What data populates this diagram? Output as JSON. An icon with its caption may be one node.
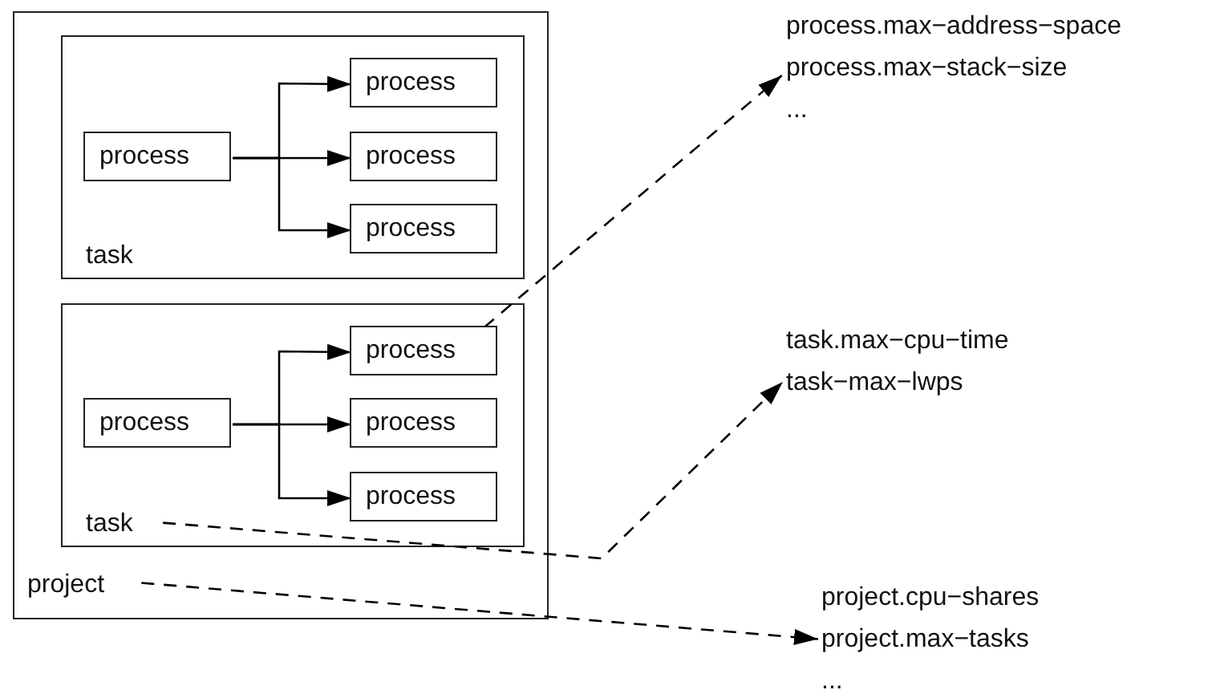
{
  "diagram": {
    "nodes": [
      {
        "text": [
          "project"
        ]
      },
      {
        "text": [
          "task"
        ],
        "in": 0
      },
      {
        "text": [
          "process"
        ],
        "in": 1
      },
      {
        "text": [
          "process"
        ],
        "in": 1
      },
      {
        "text": [
          "process"
        ],
        "in": 1
      },
      {
        "text": [
          "process"
        ],
        "in": 1
      },
      {
        "text": [
          "task"
        ],
        "in": 0
      },
      {
        "text": [
          "process"
        ],
        "in": 6
      },
      {
        "text": [
          "process"
        ],
        "in": 6
      },
      {
        "text": [
          "process"
        ],
        "in": 6
      },
      {
        "text": [
          "process"
        ],
        "in": 6
      },
      {
        "text": [
          "process.max−address−space",
          "process.max−stack−size",
          "..."
        ]
      },
      {
        "text": [
          "task.max−cpu−time",
          "task−max−lwps"
        ]
      },
      {
        "text": [
          "project.cpu−shares",
          "project.max−tasks",
          "..."
        ]
      }
    ],
    "edges": [
      {
        "from": 2,
        "to": 3,
        "arrow": "to"
      },
      {
        "from": 2,
        "to": 4,
        "arrow": "to"
      },
      {
        "from": 2,
        "to": 5,
        "arrow": "to"
      },
      {
        "from": 7,
        "to": 8,
        "arrow": "to"
      },
      {
        "from": 7,
        "to": 9,
        "arrow": "to"
      },
      {
        "from": 7,
        "to": 10,
        "arrow": "to"
      },
      {
        "from": 8,
        "to": 11,
        "arrow": "to",
        "style": "dashed"
      },
      {
        "from": 6,
        "to": 12,
        "arrow": "to",
        "style": "dashed"
      },
      {
        "from": 0,
        "to": 13,
        "arrow": "to",
        "style": "dashed"
      }
    ]
  }
}
